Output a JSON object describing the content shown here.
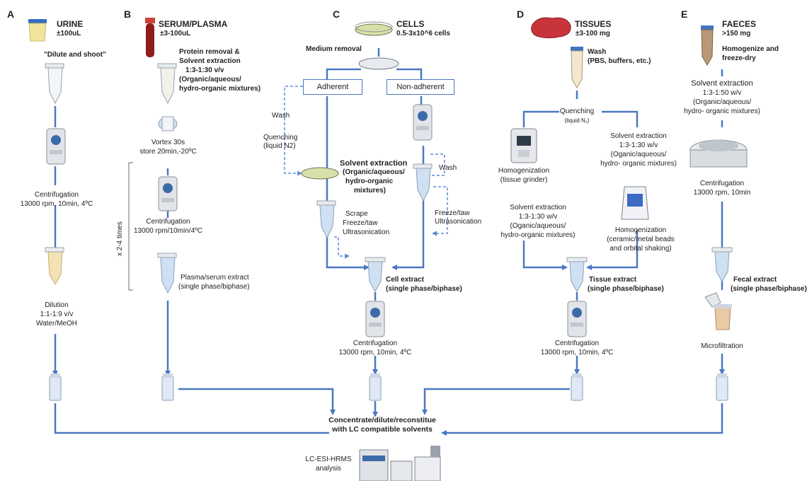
{
  "colors": {
    "flow": "#4a78c2",
    "dashed": "#5b8bd6",
    "vial_liquid": "#cfe0f3",
    "urine": "#f0dc8a",
    "serum": "#b52a2a",
    "tissue": "#c8343b",
    "faeces": "#b89877"
  },
  "panels": {
    "a": {
      "letter": "A",
      "title": "URINE",
      "amount": "±100uL",
      "step1": "\"Dilute and shoot\"",
      "centrifugation": "Centrifugation",
      "centrifugation_params": "13000 rpm, 10min, 4ºC",
      "dilution": "Dilution",
      "dilution_ratio": "1:1-1:9 v/v",
      "dilution_solvent": "Water/MeOH"
    },
    "b": {
      "letter": "B",
      "title": "SERUM/PLASMA",
      "amount": "±3-100uL",
      "step1_line1": "Protein removal &",
      "step1_line2": "Solvent extraction",
      "step1_ratio": "1:3-1:30 v/v",
      "step1_solvents_1": "(Organic/aqueous/",
      "step1_solvents_2": "hydro-organic mixtures)",
      "vortex": "Vortex 30s",
      "store": "store 20min,-20ºC",
      "repeat": "x 2-4 times",
      "centrifugation": "Centrifugation",
      "centrifugation_params": "13000 rpm/10min/4ºC",
      "extract_1": "Plasma/serum extract",
      "extract_2": "(single phase/biphase)"
    },
    "c": {
      "letter": "C",
      "title": "CELLS",
      "amount": "0.5-3x10^6 cells",
      "medium_removal": "Medium removal",
      "adherent": "Adherent",
      "non_adherent": "Non-adherent",
      "wash": "Wash",
      "quenching_1": "Quenching",
      "quenching_2": "(liquid N2)",
      "solvent_1": "Solvent extraction",
      "solvent_2": "(Organic/aqueous/",
      "solvent_3": "hydro-organic",
      "solvent_4": "mixtures)",
      "scrape_1": "Scrape",
      "scrape_2": "Freeze/taw",
      "scrape_3": "Ultrasonication",
      "wash_right": "Wash",
      "freeze_1": "Freeze/taw",
      "freeze_2": "Ultrasonication",
      "extract_1": "Cell extract",
      "extract_2": "(single phase/biphase)",
      "centrifugation": "Centrifugation",
      "centrifugation_params": "13000 rpm, 10min, 4ºC"
    },
    "d": {
      "letter": "D",
      "title": "TISSUES",
      "amount": "±3-100 mg",
      "wash_1": "Wash",
      "wash_2": "(PBS, buffers, etc.)",
      "quenching": "Quenching",
      "quenching_sub": "(liquid N₂)",
      "homog_left_1": "Homogenization",
      "homog_left_2": "(tissue grinder)",
      "solvent_left_1": "Solvent extraction",
      "solvent_left_2": "1:3-1:30 w/v",
      "solvent_left_3": "(Oganic/aqueous/",
      "solvent_left_4": "hydro-organic mixtures)",
      "solvent_right_1": "Solvent extraction",
      "solvent_right_2": "1:3-1:30 w/v",
      "solvent_right_3": "(Oganic/aqueous/",
      "solvent_right_4": "hydro- organic mixtures)",
      "homog_right_1": "Homogenization",
      "homog_right_2": "(ceramic/metal beads",
      "homog_right_3": "and orbital shaking)",
      "extract_1": "Tissue extract",
      "extract_2": "(single phase/biphase)",
      "centrifugation": "Centrifugation",
      "centrifugation_params": "13000 rpm, 10min, 4ºC"
    },
    "e": {
      "letter": "E",
      "title": "FAECES",
      "amount": ">150 mg",
      "homog_1": "Homogenize and",
      "homog_2": "freeze-dry",
      "solvent_1": "Solvent extraction",
      "solvent_2": "1:3-1:50 w/v",
      "solvent_3": "(Organic/aqueous/",
      "solvent_4": "hydro- organic mixtures)",
      "centrifugation": "Centrifugation",
      "centrifugation_params": "13000 rpm, 10min",
      "extract_1": "Fecal extract",
      "extract_2": "(single phase/biphase)",
      "microfiltration": "Microfiltration"
    }
  },
  "final": {
    "line1": "Concentrate/dilute/reconstitue",
    "line2": "with LC compatible solvents",
    "analysis_1": "LC-ESI-HRMS",
    "analysis_2": "analysis"
  }
}
